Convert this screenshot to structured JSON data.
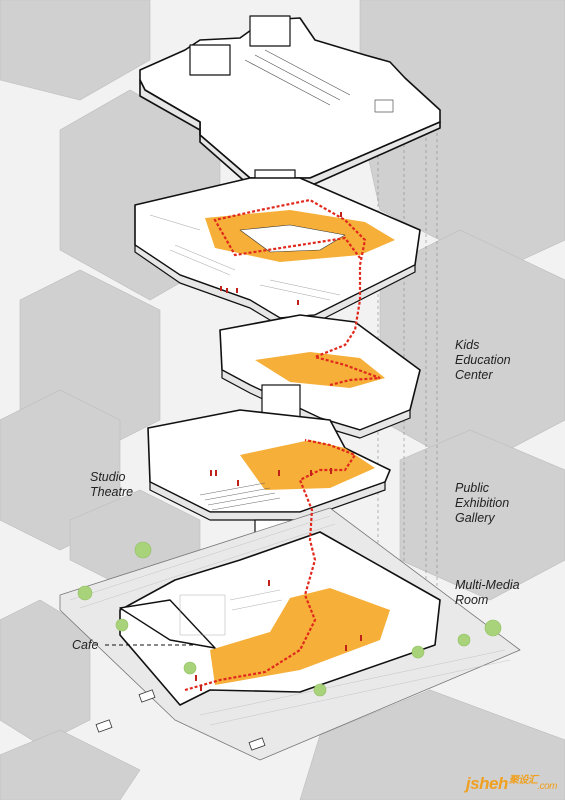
{
  "labels": {
    "kids": "Kids\nEducation\nCenter",
    "gallery": "Public\nExhibition\nGallery",
    "multimedia": "Multi-Media\nRoom",
    "studio": "Studio\nTheatre",
    "cafe": "Cafe"
  },
  "watermark": {
    "text": "jsheh",
    "cn": "聚设汇",
    "suffix": ".com"
  },
  "colors": {
    "background": "#f2f2f2",
    "context_buildings": "#cfcfcf",
    "floor_fill": "#ffffff",
    "outline": "#111111",
    "program_orange": "#f5a623",
    "circulation_red": "#e0281c",
    "tree_green": "#a9d37a"
  }
}
